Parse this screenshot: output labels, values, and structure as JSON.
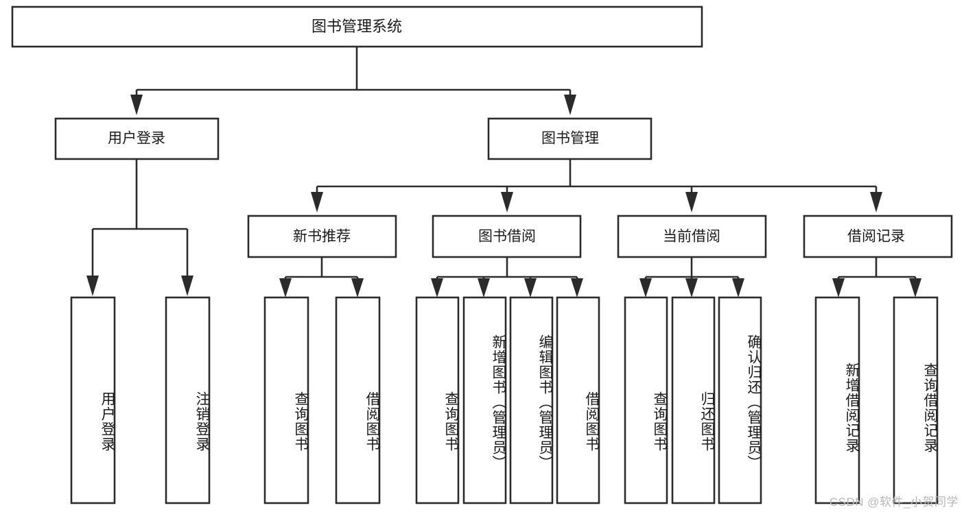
{
  "diagram": {
    "type": "tree-hierarchy-chart",
    "title_node": {
      "id": "root",
      "label": "图书管理系统"
    },
    "level2": [
      {
        "id": "user-login",
        "label": "用户登录"
      },
      {
        "id": "book-manage",
        "label": "图书管理"
      }
    ],
    "level3": [
      {
        "id": "new-book-recommend",
        "label": "新书推荐",
        "parent": "book-manage"
      },
      {
        "id": "book-borrow",
        "label": "图书借阅",
        "parent": "book-manage"
      },
      {
        "id": "current-borrow",
        "label": "当前借阅",
        "parent": "book-manage"
      },
      {
        "id": "borrow-record",
        "label": "借阅记录",
        "parent": "book-manage"
      }
    ],
    "leaves": [
      {
        "id": "leaf-user-login",
        "label": "用户登录",
        "parent": "user-login"
      },
      {
        "id": "leaf-logout-login",
        "label": "注销登录",
        "parent": "user-login"
      },
      {
        "id": "leaf-query-book-1",
        "label": "查询图书",
        "parent": "new-book-recommend"
      },
      {
        "id": "leaf-borrow-book-1",
        "label": "借阅图书",
        "parent": "new-book-recommend"
      },
      {
        "id": "leaf-query-book-2",
        "label": "查询图书",
        "parent": "book-borrow"
      },
      {
        "id": "leaf-add-book",
        "label": "新增图书（管理员）",
        "parent": "book-borrow"
      },
      {
        "id": "leaf-edit-book",
        "label": "编辑图书（管理员）",
        "parent": "book-borrow"
      },
      {
        "id": "leaf-borrow-book-2",
        "label": "借阅图书",
        "parent": "book-borrow"
      },
      {
        "id": "leaf-query-book-3",
        "label": "查询图书",
        "parent": "current-borrow"
      },
      {
        "id": "leaf-return-book",
        "label": "归还图书",
        "parent": "current-borrow"
      },
      {
        "id": "leaf-confirm-return",
        "label": "确认归还（管理员）",
        "parent": "current-borrow"
      },
      {
        "id": "leaf-add-record",
        "label": "新增借阅记录",
        "parent": "borrow-record"
      },
      {
        "id": "leaf-query-record",
        "label": "查询借阅记录",
        "parent": "borrow-record"
      }
    ],
    "colors": {
      "stroke": "#2b2b2b",
      "fill": "#ffffff",
      "text": "#1a1a1a",
      "watermark": "#b7b7b7"
    }
  },
  "watermark": {
    "text": "CSDN @软件_小贺同学"
  }
}
